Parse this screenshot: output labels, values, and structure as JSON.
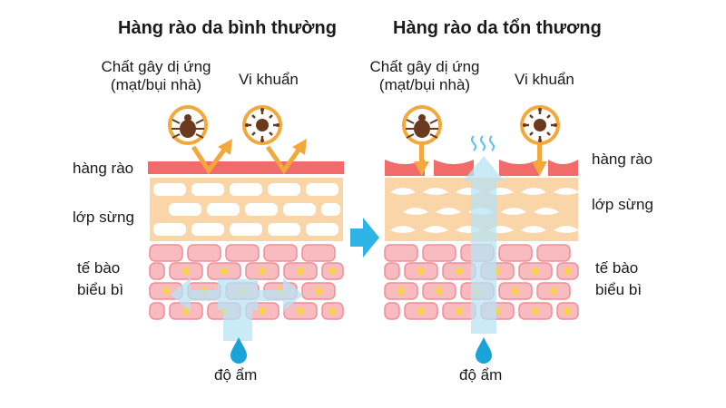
{
  "left_panel": {
    "title": "Hàng rào da bình thường",
    "allergen_line1": "Chất gây dị ứng",
    "allergen_line2": "(mạt/bụi nhà)",
    "bacteria": "Vi khuẩn",
    "barrier": "hàng rào",
    "stratum": "lớp sừng",
    "epi_line1": "tế bào",
    "epi_line2": "biểu bì",
    "moisture": "độ ẩm"
  },
  "right_panel": {
    "title": "Hàng rào da tổn thương",
    "allergen_line1": "Chất gây dị ứng",
    "allergen_line2": "(mạt/bụi nhà)",
    "bacteria": "Vi khuẩn",
    "barrier": "hàng rào",
    "stratum": "lớp sừng",
    "epi_line1": "tế bào",
    "epi_line2": "biểu bì",
    "moisture": "độ ẩm"
  },
  "colors": {
    "barrier": "#f26b6b",
    "stratum_bg": "#f9d5a8",
    "brick": "#ffffff",
    "cell_fill": "#f8bcc0",
    "cell_stroke": "#f08d96",
    "nucleus": "#f8d24a",
    "icon_ring": "#f2a83a",
    "icon_glyph": "#6b3a1e",
    "arrow_blue": "#b8e3f5",
    "drop": "#1aa3d9",
    "transition_arrow": "#2db3e6"
  },
  "icons": [
    "mite-icon",
    "bacteria-icon",
    "water-drop-icon",
    "steam-icon",
    "arrow-right-icon"
  ]
}
